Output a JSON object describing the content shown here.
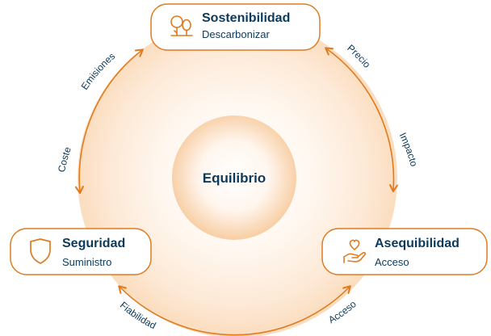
{
  "center": {
    "label": "Equilibrio"
  },
  "nodes": {
    "sustainability": {
      "title": "Sostenibilidad",
      "subtitle": "Descarbonizar",
      "icon": "trees-icon"
    },
    "security": {
      "title": "Seguridad",
      "subtitle": "Suministro",
      "icon": "shield-icon"
    },
    "affordability": {
      "title": "Asequibilidad",
      "subtitle": "Acceso",
      "icon": "hand-heart-icon"
    }
  },
  "arcs": {
    "emisiones": "Emisiones",
    "coste": "Coste",
    "precio": "Precio",
    "impacto": "Impacto",
    "fiabilidad": "Fiabilidad",
    "acceso": "Acceso"
  },
  "colors": {
    "accent": "#e07b1f",
    "text": "#0b3a5c",
    "ring_outer": "#fbe3cc",
    "ring_inner": "#ffffff"
  }
}
